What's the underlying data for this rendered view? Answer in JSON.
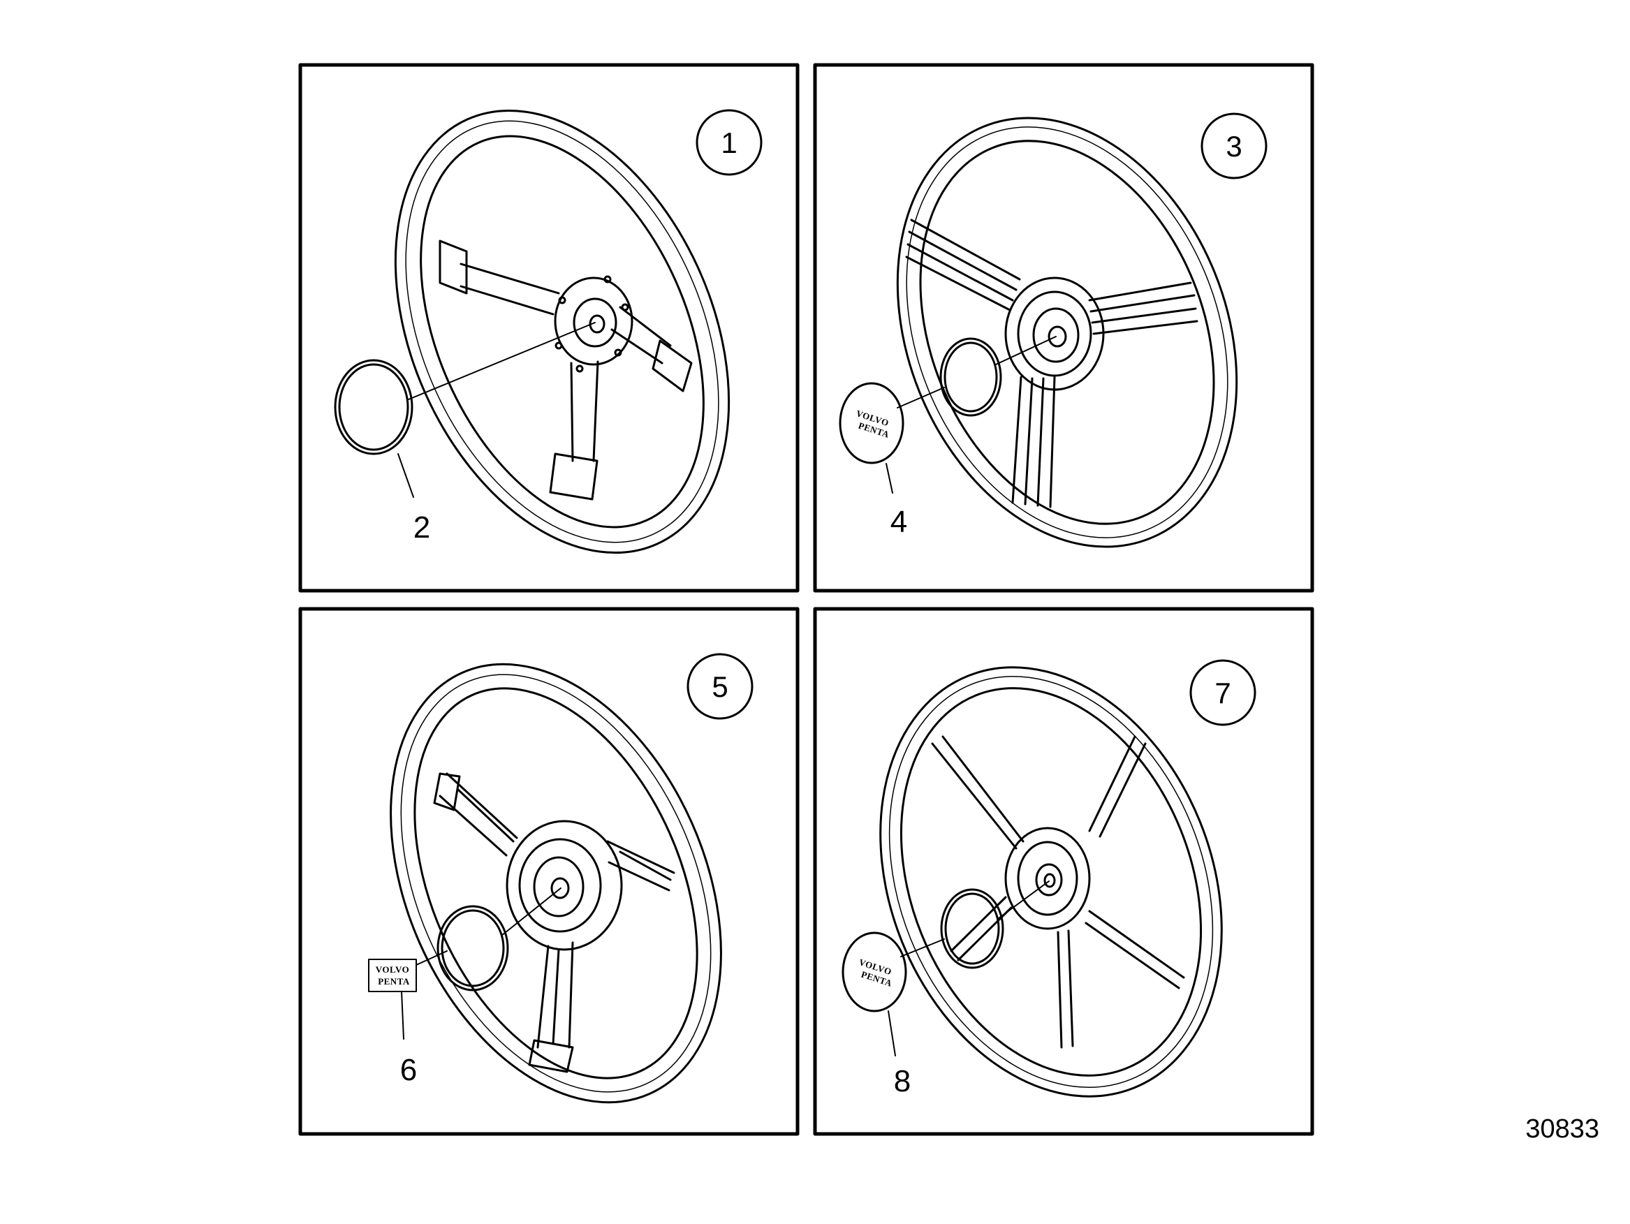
{
  "panels": [
    {
      "id": "1",
      "callout": "1",
      "part": "2"
    },
    {
      "id": "3",
      "callout": "3",
      "part": "4",
      "logo": [
        "VOLVO",
        "PENTA"
      ]
    },
    {
      "id": "5",
      "callout": "5",
      "part": "6",
      "logo": [
        "VOLVO",
        "PENTA"
      ]
    },
    {
      "id": "7",
      "callout": "7",
      "part": "8",
      "logo": [
        "VOLVO",
        "PENTA"
      ]
    }
  ],
  "document_number": "30833",
  "colors": {
    "line": "#000000",
    "background": "#ffffff"
  }
}
